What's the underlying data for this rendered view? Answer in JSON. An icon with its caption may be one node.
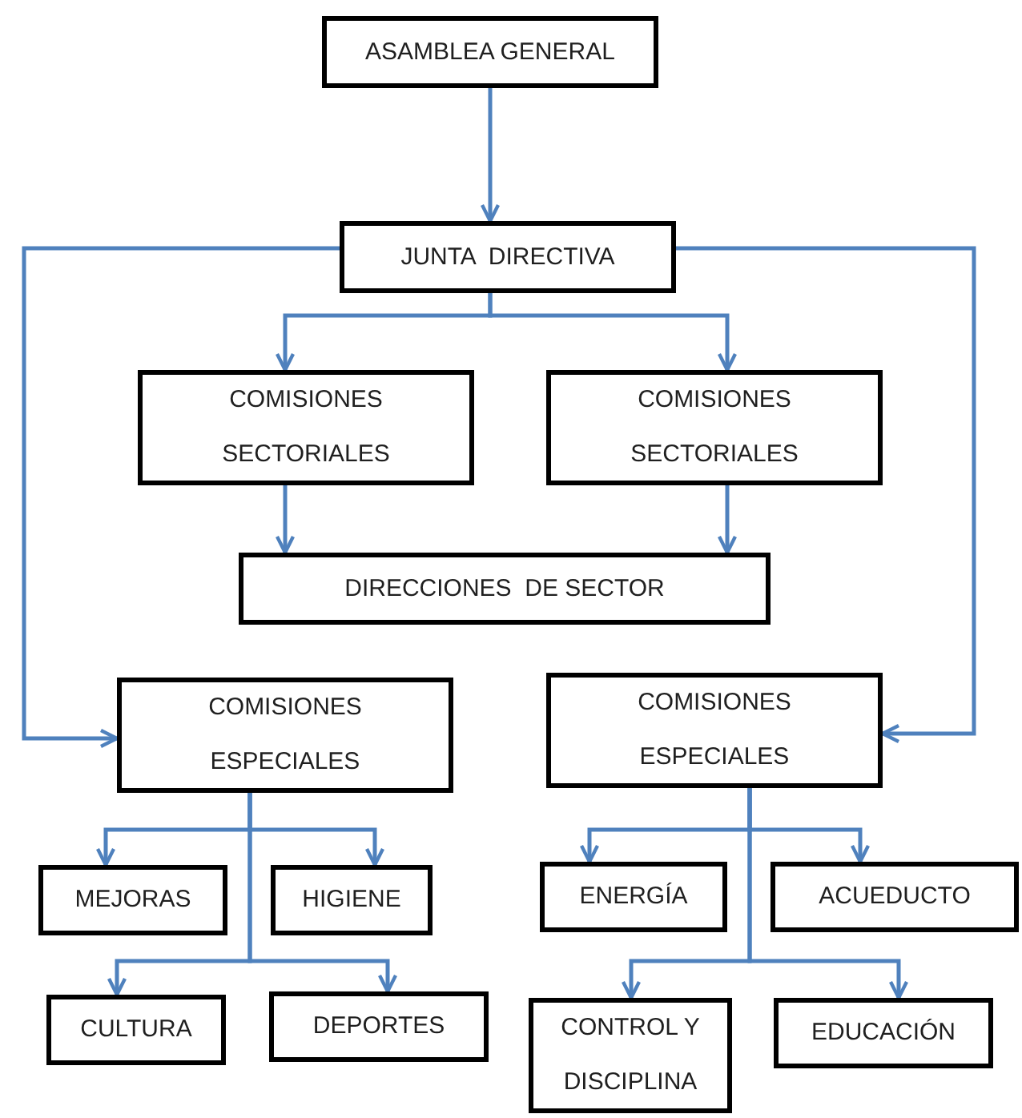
{
  "diagram": {
    "nodes": [
      {
        "text": [
          "ASAMBLEA GENERAL"
        ]
      },
      {
        "text": [
          "JUNTA  DIRECTIVA"
        ]
      },
      {
        "text": [
          "COMISIONES SECTORIALES"
        ]
      },
      {
        "text": [
          "COMISIONES SECTORIALES"
        ]
      },
      {
        "text": [
          "DIRECCIONES  DE SECTOR"
        ]
      },
      {
        "text": [
          "COMISIONES ESPECIALES"
        ]
      },
      {
        "text": [
          "COMISIONES ESPECIALES"
        ]
      },
      {
        "text": [
          "MEJORAS"
        ]
      },
      {
        "text": [
          "HIGIENE"
        ]
      },
      {
        "text": [
          "ENERGÍA"
        ]
      },
      {
        "text": [
          "ACUEDUCTO"
        ]
      },
      {
        "text": [
          "CULTURA"
        ]
      },
      {
        "text": [
          "DEPORTES"
        ]
      },
      {
        "text": [
          "CONTROL Y DISCIPLINA"
        ]
      },
      {
        "text": [
          "EDUCACIÓN"
        ]
      }
    ],
    "edges": [
      {
        "from": 0,
        "to": 1,
        "arrow": "to"
      },
      {
        "from": 1,
        "to": 2,
        "arrow": "to"
      },
      {
        "from": 1,
        "to": 3,
        "arrow": "to"
      },
      {
        "from": 1,
        "to": 5,
        "arrow": "to"
      },
      {
        "from": 1,
        "to": 6,
        "arrow": "to"
      },
      {
        "from": 2,
        "to": 4,
        "arrow": "to"
      },
      {
        "from": 3,
        "to": 4,
        "arrow": "to"
      },
      {
        "from": 5,
        "to": 7,
        "arrow": "to"
      },
      {
        "from": 5,
        "to": 8,
        "arrow": "to"
      },
      {
        "from": 5,
        "to": 11,
        "arrow": "to"
      },
      {
        "from": 5,
        "to": 12,
        "arrow": "to"
      },
      {
        "from": 6,
        "to": 9,
        "arrow": "to"
      },
      {
        "from": 6,
        "to": 10,
        "arrow": "to"
      },
      {
        "from": 6,
        "to": 13,
        "arrow": "to"
      },
      {
        "from": 6,
        "to": 14,
        "arrow": "to"
      }
    ]
  }
}
